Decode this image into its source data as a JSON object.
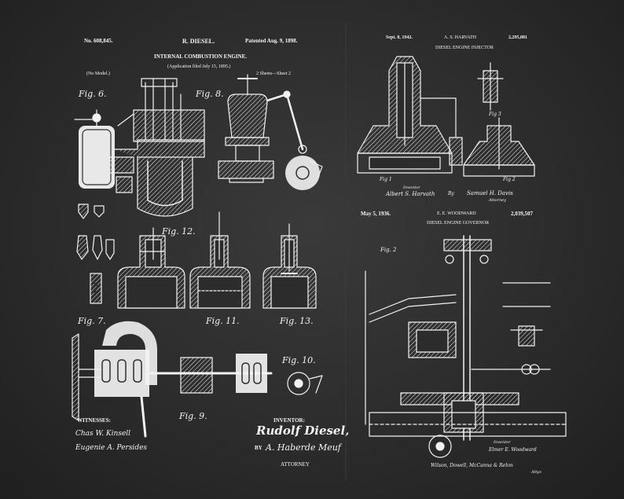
{
  "diesel": {
    "number": "No. 608,845.",
    "inventor": "R. DIESEL.",
    "patented": "Patented Aug. 9, 1898.",
    "title": "INTERNAL COMBUSTION ENGINE.",
    "application": "(Application filed July 15, 1895.)",
    "no_model": "(No Model.)",
    "sheets": "2 Sheets—Sheet 2",
    "witnesses_label": "WITNESSES:",
    "witness1": "Chas W. Kinsell",
    "witness2": "Eugenie A. Persides",
    "inventor_label": "INVENTOR:",
    "inventor_signature": "Rudolf Diesel,",
    "by_label": "BY",
    "attorney_signature": "A. Haberde Meuf",
    "attorney_label": "ATTORNEY",
    "fig_labels": [
      "Fig. 6.",
      "Fig. 8.",
      "Fig. 12.",
      "Fig. 7.",
      "Fig. 11.",
      "Fig. 13.",
      "Fig. 10.",
      "Fig. 9."
    ]
  },
  "harvath": {
    "date": "Sept. 8, 1942.",
    "inventor": "A. S. HARVATH",
    "number": "2,295,081",
    "title": "DIESEL ENGINE INJECTOR",
    "inventor_label": "Inventor",
    "inventor_signature": "Albert S. Harvath",
    "by_label": "By",
    "attorney_signature": "Samuel H. Davis",
    "attorney_label": "Attorney",
    "fig1": "Fig 1",
    "fig2": "Fig 2",
    "fig3": "Fig 3"
  },
  "woodward": {
    "date": "May 5, 1936.",
    "inventor": "E. E. WOODWARD",
    "number": "2,039,507",
    "title": "DIESEL ENGINE GOVERNOR",
    "fig2": "Fig. 2",
    "inventor_label": "Inventor",
    "inventor_signature": "Elmer E. Woodward",
    "attorney_signature": "Wilson, Dowell, McCanna & Rehm",
    "attorney_label": "Attys"
  },
  "colors": {
    "background": "#2c2c2c",
    "ink": "#f4f4f4"
  }
}
